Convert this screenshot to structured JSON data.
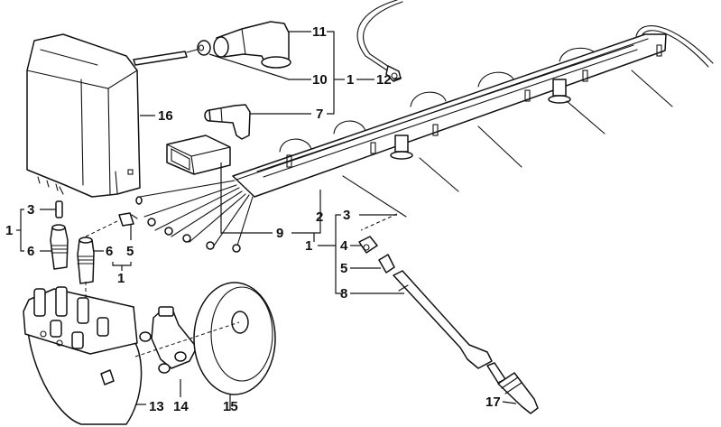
{
  "diagram": {
    "title": "Ignition wiring and distributor parts diagram",
    "parts": [
      {
        "id": "coil-cover",
        "label": "16"
      },
      {
        "id": "boot-elbow",
        "label": "11"
      },
      {
        "id": "grommet",
        "label": "10"
      },
      {
        "id": "cable-assembly-top",
        "label": "1"
      },
      {
        "id": "ground-lead",
        "label": "12"
      },
      {
        "id": "elbow-plug",
        "label": "7"
      },
      {
        "id": "cable-harness",
        "label": "2"
      },
      {
        "id": "cable-set",
        "label": "9"
      },
      {
        "id": "harness-assembly",
        "label": "1"
      },
      {
        "id": "sleeve-right",
        "label": "3"
      },
      {
        "id": "terminal-nut",
        "label": "4"
      },
      {
        "id": "suppressor-right",
        "label": "5"
      },
      {
        "id": "plug-connector",
        "label": "8"
      },
      {
        "id": "spark-plug",
        "label": "17"
      },
      {
        "id": "sleeve-left",
        "label": "3"
      },
      {
        "id": "cable-left",
        "label": "1"
      },
      {
        "id": "boot-left",
        "label": "6"
      },
      {
        "id": "boot-middle",
        "label": "6"
      },
      {
        "id": "suppressor-middle",
        "label": "5"
      },
      {
        "id": "cable-middle",
        "label": "1"
      },
      {
        "id": "distributor-cap",
        "label": "13"
      },
      {
        "id": "rotor",
        "label": "14"
      },
      {
        "id": "dust-shield",
        "label": "15"
      }
    ]
  }
}
